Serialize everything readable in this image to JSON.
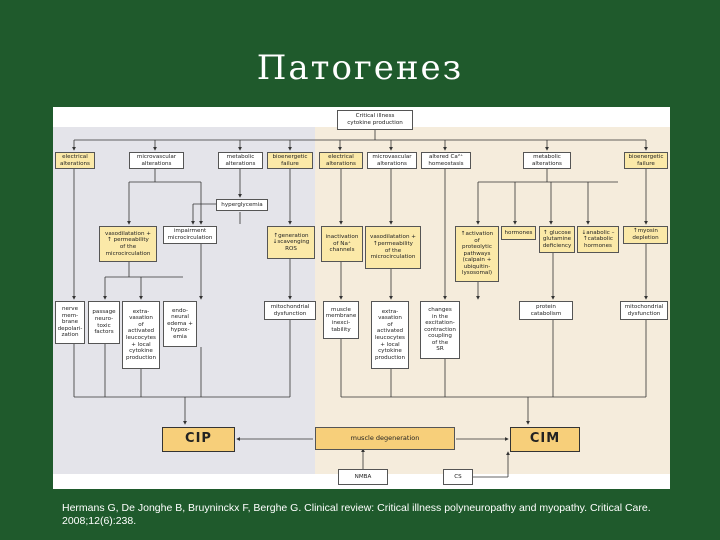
{
  "slide": {
    "title": "Патогенез"
  },
  "diagram": {
    "top": "Critical illness\ncytokine production",
    "row1": [
      "electrical\nalterations",
      "microvascular\nalterations",
      "metabolic\nalterations",
      "bioenergetic\nfailure",
      "electrical\nalterations",
      "microvascular\nalterations",
      "altered Ca²⁺\nhomeostasis",
      "metabolic\nalterations",
      "bioenergetic\nfailure"
    ],
    "hyperglycemia": "hyperglycemia",
    "row2": [
      "vasodilatation +\n↑ permeability\nof the\nmicrocirculation",
      "impairment\nmicrocirculation",
      "↑generation\n↓scavenging\nROS",
      "inactivation\nof Na⁺\nchannels",
      "vasodilatation +\n↑permeability\nof the\nmicrocirculation",
      "↑activation\nof\nproteolytic\npathways\n(calpain +\nubiquitin-\nlysosomal)",
      "hormones",
      "↑ glucose\nglutamine\ndeficiency",
      "↓anabolic –\n↑catabolic\nhormones",
      "↑myosin\ndepletion"
    ],
    "row3": [
      "nerve\nmem-\nbrane\ndepolari-\nzation",
      "passage\nneuro-\ntoxic\nfactors",
      "extra-\nvasation\nof\nactivated\nleucocytes\n+ local\ncytokine\nproduction",
      "endo-\nneural\nedema +\nhypox-\nemia",
      "mitochondrial\ndysfunction",
      "muscle\nmembrane\ninexci-\ntability",
      "extra-\nvasation\nof\nactivated\nleucocytes\n+ local\ncytokine\nproduction",
      "changes\nin the\nexcitation-\ncontraction\ncoupling\nof the\nSR",
      "protein\ncatabolism",
      "mitochondrial\ndysfunction"
    ],
    "cip": "CIP",
    "cim": "CIM",
    "muscle_degeneration": "muscle degeneration",
    "nmba": "NMBA",
    "cs": "CS"
  },
  "citation": "Hermans G, De Jonghe B, Bruyninckx F, Berghe G. Clinical review: Critical illness polyneuropathy and myopathy. Critical Care. 2008;12(6):238."
}
